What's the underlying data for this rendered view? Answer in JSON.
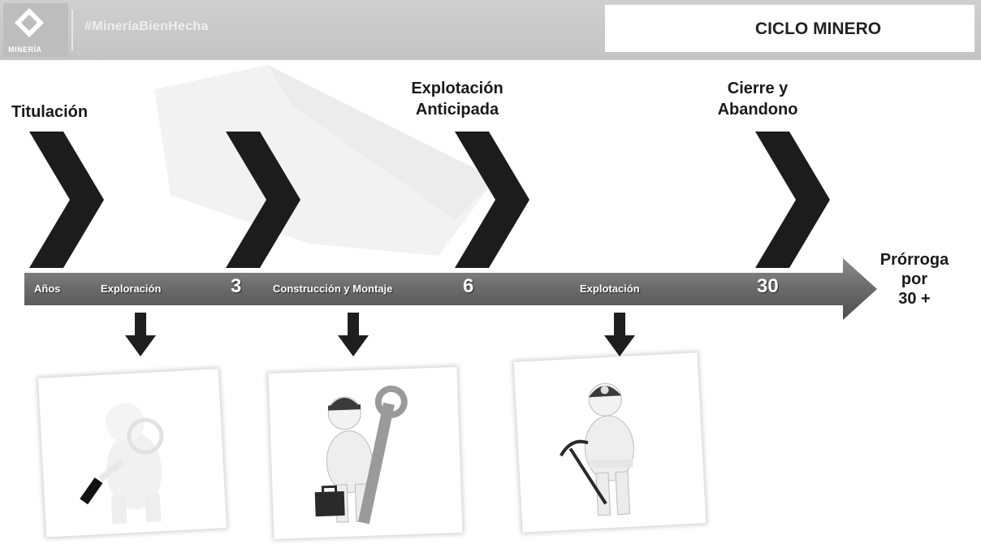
{
  "header": {
    "logo_text": "MINERÍA",
    "hashtag": "#MineríaBienHecha",
    "title": "CICLO MINERO"
  },
  "stages": [
    {
      "label_lines": [
        "Titulación"
      ]
    },
    {
      "label_lines": [
        "Explotación",
        "Anticipada"
      ]
    },
    {
      "label_lines": [
        "Cierre y",
        "Abandono"
      ]
    }
  ],
  "timeline": {
    "anios": "Años",
    "exploracion": "Exploración",
    "year_3": "3",
    "construccion": "Construcción y Montaje",
    "year_6": "6",
    "explotacion": "Explotación",
    "year_30": "30"
  },
  "prorroga": {
    "line1": "Prórroga",
    "line2": "por",
    "line3": "30 +"
  },
  "figures": [
    {
      "icon": "explorer-magnifier-icon"
    },
    {
      "icon": "builder-wrench-icon"
    },
    {
      "icon": "miner-pickaxe-icon"
    }
  ],
  "colors": {
    "header_bg": "#c8c8c8",
    "chevron": "#1c1c1c",
    "timeline_bar": "#6e6e6e",
    "arrow": "#1e1e1e"
  }
}
